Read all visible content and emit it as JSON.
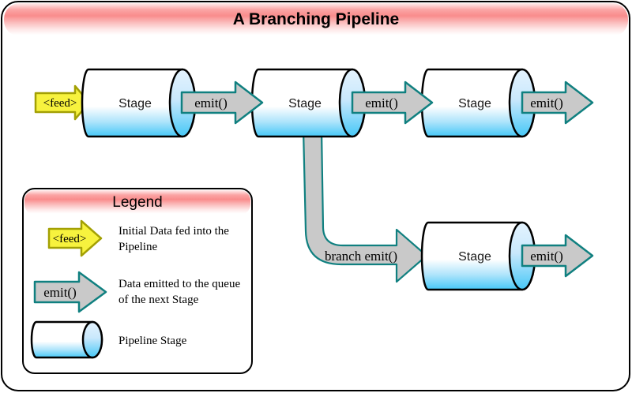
{
  "title": {
    "text": "A Branching Pipeline"
  },
  "pipeline": {
    "feed_label": "<feed>",
    "stages": [
      {
        "label": "Stage"
      },
      {
        "label": "Stage"
      },
      {
        "label": "Stage"
      },
      {
        "label": "Stage"
      }
    ],
    "emit_labels": [
      "emit()",
      "emit()",
      "emit()",
      "emit()"
    ],
    "branch_label": "branch emit()"
  },
  "legend": {
    "title": "Legend",
    "items": [
      {
        "symbol": "feed-arrow",
        "symbol_label": "<feed>",
        "lines": [
          "Initial Data fed into the",
          "Pipeline"
        ]
      },
      {
        "symbol": "emit-arrow",
        "symbol_label": "emit()",
        "lines": [
          "Data emitted to the queue",
          "of the next Stage"
        ]
      },
      {
        "symbol": "pipeline-stage-cylinder",
        "symbol_label": "",
        "lines": [
          "Pipeline Stage"
        ]
      }
    ]
  },
  "colors": {
    "pill_pink": "#f98c8c",
    "cylinder_blue_bottom": "#46c8f7",
    "cylinder_cap_top": "#e4f3fe",
    "arrow_gray": "#c9c9c9",
    "arrow_teal_border": "#108080",
    "feed_yellow": "#f7f23e",
    "feed_border_olive": "#a3a004",
    "outline_black": "#000000"
  }
}
